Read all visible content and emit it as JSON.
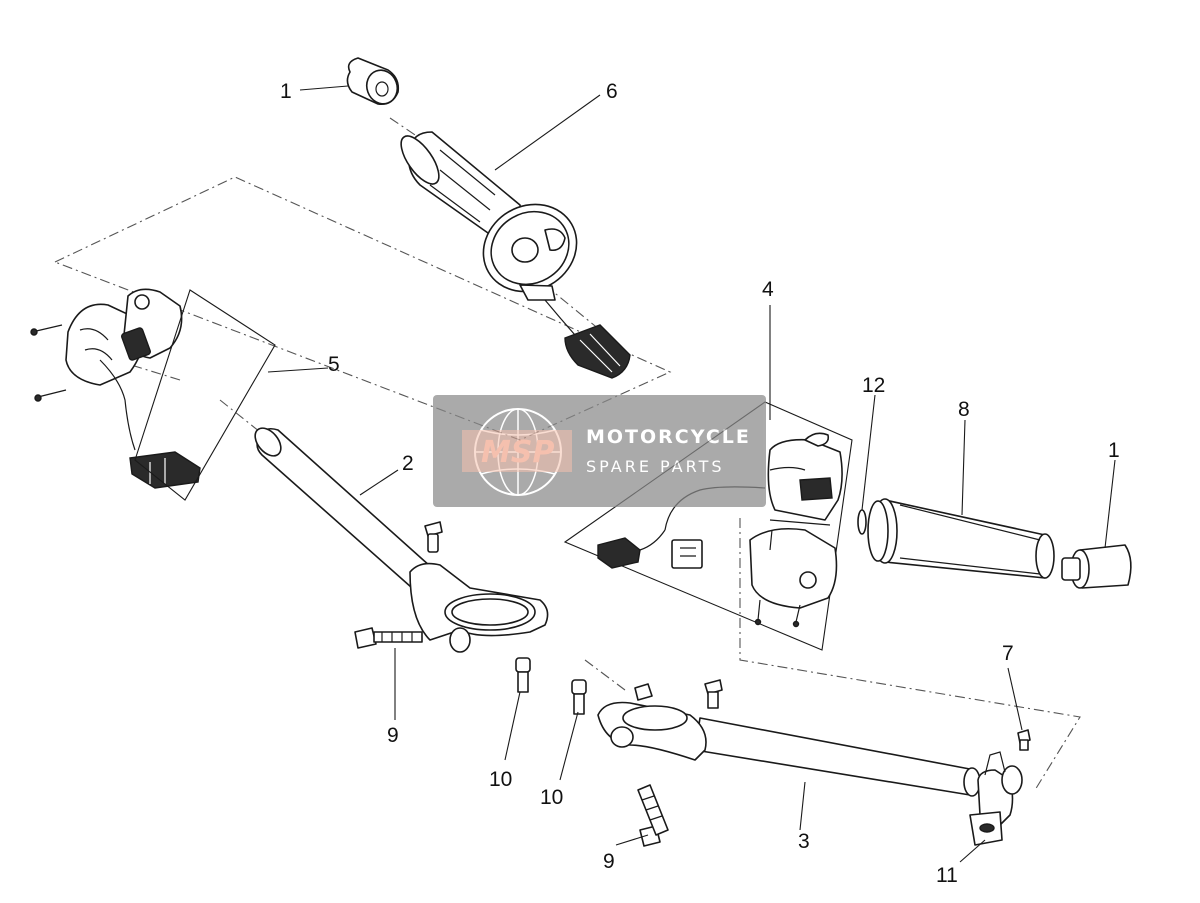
{
  "diagram": {
    "callouts": [
      {
        "id": "c1a",
        "label": "1"
      },
      {
        "id": "c6",
        "label": "6"
      },
      {
        "id": "c5",
        "label": "5"
      },
      {
        "id": "c2",
        "label": "2"
      },
      {
        "id": "c4",
        "label": "4"
      },
      {
        "id": "c12",
        "label": "12"
      },
      {
        "id": "c8",
        "label": "8"
      },
      {
        "id": "c1b",
        "label": "1"
      },
      {
        "id": "c7",
        "label": "7"
      },
      {
        "id": "c9a",
        "label": "9"
      },
      {
        "id": "c10a",
        "label": "10"
      },
      {
        "id": "c10b",
        "label": "10"
      },
      {
        "id": "c9b",
        "label": "9"
      },
      {
        "id": "c3",
        "label": "3"
      },
      {
        "id": "c11",
        "label": "11"
      }
    ]
  },
  "watermark": {
    "logo": "MSP",
    "line1": "MOTORCYCLE",
    "line2": "SPARE PARTS",
    "bg_color": "#8a8a8a",
    "logo_color": "#f2a98f"
  }
}
